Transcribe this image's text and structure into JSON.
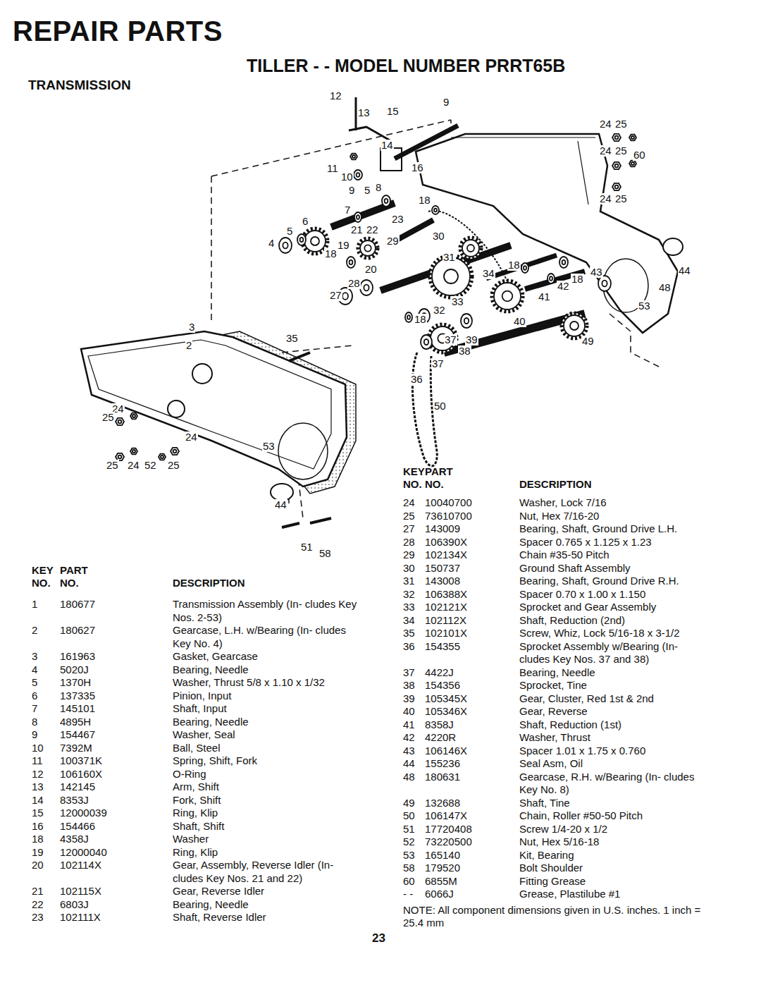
{
  "diagram": {
    "title": "REPAIR PARTS",
    "labels": [
      "TILLER - - MODEL NUMBER PRRT65B",
      "TRANSMISSION",
      "12",
      "9",
      "13",
      "15",
      "24",
      "25",
      "14",
      "24",
      "25",
      "60",
      "11",
      "10",
      "16",
      "9",
      "5",
      "8",
      "18",
      "24",
      "25",
      "7",
      "6",
      "23",
      "5",
      "21",
      "22",
      "29",
      "30",
      "4",
      "19",
      "18",
      "31",
      "20",
      "44",
      "34",
      "18",
      "43",
      "28",
      "42",
      "18",
      "48",
      "27",
      "41",
      "33",
      "53",
      "32",
      "18",
      "40",
      "3",
      "35",
      "37",
      "39",
      "49",
      "2",
      "38",
      "37",
      "36",
      "50",
      "24",
      "25",
      "24",
      "53",
      "25",
      "24",
      "52",
      "25",
      "44",
      "51",
      "58",
      "KEY",
      "PART",
      "NO.",
      "NO.",
      "DESCRIPTION",
      "1",
      "180677",
      "Transmission Assembly (In- cludes Key Nos. 2-53)",
      "2",
      "180627",
      "Gearcase, L.H. w/Bearing (In- cludes Key No. 4)",
      "3",
      "161963",
      "Gasket, Gearcase",
      "4",
      "5020J",
      "Bearing, Needle",
      "5",
      "1370H",
      "Washer, Thrust 5/8 x 1.10 x 1/32",
      "6",
      "137335",
      "Pinion, Input",
      "7",
      "145101",
      "Shaft, Input",
      "8",
      "4895H",
      "Bearing, Needle",
      "9",
      "154467",
      "Washer, Seal",
      "10",
      "7392M",
      "Ball, Steel",
      "11",
      "100371K",
      "Spring, Shift, Fork",
      "12",
      "106160X",
      "O-Ring",
      "13",
      "142145",
      "Arm, Shift",
      "14",
      "8353J",
      "Fork, Shift",
      "15",
      "12000039",
      "Ring, Klip",
      "16",
      "154466",
      "Shaft, Shift",
      "18",
      "4358J",
      "Washer",
      "19",
      "12000040",
      "Ring, Klip",
      "20",
      "102114X",
      "Gear, Assembly, Reverse Idler (In- cludes Key Nos. 21 and 22)",
      "21",
      "102115X",
      "Gear, Reverse Idler",
      "22",
      "6803J",
      "Bearing, Needle",
      "23",
      "102111X",
      "Shaft, Reverse Idler",
      "KEY",
      "PART",
      "NO.",
      "NO.",
      "DESCRIPTION",
      "24",
      "10040700",
      "Washer, Lock 7/16",
      "25",
      "73610700",
      "Nut, Hex 7/16-20",
      "27",
      "143009",
      "Bearing, Shaft, Ground Drive L.H.",
      "28",
      "106390X",
      "Spacer 0.765 x 1.125 x 1.23",
      "29",
      "102134X",
      "Chain #35-50 Pitch",
      "30",
      "150737",
      "Ground Shaft Assembly",
      "31",
      "143008",
      "Bearing, Shaft, Ground Drive R.H.",
      "32",
      "106388X",
      "Spacer 0.70 x 1.00 x 1.150",
      "33",
      "102121X",
      "Sprocket and Gear Assembly",
      "34",
      "102112X",
      "Shaft, Reduction (2nd)",
      "35",
      "102101X",
      "Screw, Whiz, Lock 5/16-18 x 3-1/2",
      "36",
      "154355",
      "Sprocket Assembly w/Bearing (In- cludes Key Nos. 37 and 38)",
      "37",
      "4422J",
      "Bearing, Needle",
      "38",
      "154356",
      "Sprocket, Tine",
      "39",
      "105345X",
      "Gear, Cluster, Red 1st & 2nd",
      "40",
      "105346X",
      "Gear, Reverse",
      "41",
      "8358J",
      "Shaft, Reduction (1st)",
      "42",
      "4220R",
      "Washer, Thrust",
      "43",
      "106146X",
      "Spacer 1.01 x 1.75 x 0.760",
      "44",
      "155236",
      "Seal Asm, Oil",
      "48",
      "180631",
      "Gearcase, R.H. w/Bearing (In- cludes Key No. 8)",
      "49",
      "132688",
      "Shaft, Tine",
      "50",
      "106147X",
      "Chain, Roller #50-50 Pitch",
      "51",
      "17720408",
      "Screw 1/4-20 x 1/2",
      "52",
      "73220500",
      "Nut, Hex 5/16-18",
      "53",
      "165140",
      "Kit, Bearing",
      "58",
      "179520",
      "Bolt Shoulder",
      "60",
      "6855M",
      "Fitting Grease",
      "- -",
      "6066J",
      "Grease, Plastilube #1",
      "NOTE: All component dimensions given in U.S. inches. 1 inch = 25.4 mm",
      "23"
    ]
  }
}
